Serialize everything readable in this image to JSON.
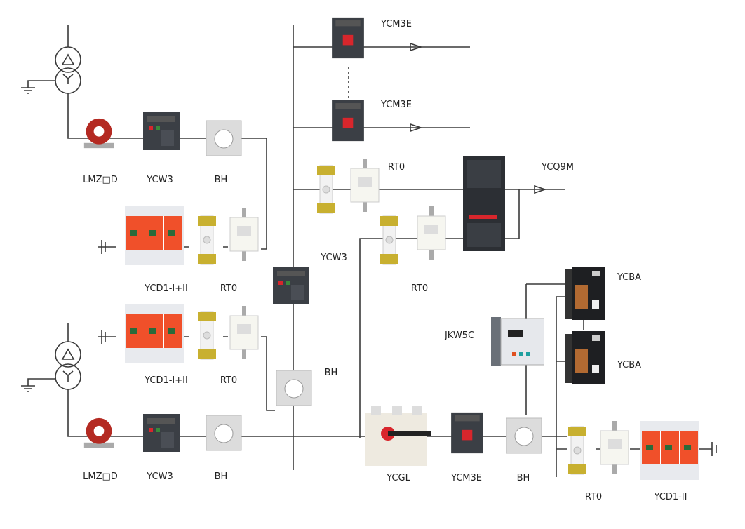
{
  "labels": {
    "ycm3e_top1": "YCM3E",
    "ycm3e_top2": "YCM3E",
    "rt0_feed1": "RT0",
    "ycq9m": "YCQ9M",
    "ycw3_mid": "YCW3",
    "rt0_feed2": "RT0",
    "lmz_top": "LMZ□D",
    "ycw3_top": "YCW3",
    "bh_top": "BH",
    "ycd_upper": "YCD1-I+II",
    "rt0_upper": "RT0",
    "ycd_lower": "YCD1-I+II",
    "rt0_lower": "RT0",
    "bh_mid": "BH",
    "lmz_bottom": "LMZ□D",
    "ycw3_bottom": "YCW3",
    "bh_bottom": "BH",
    "ycgl": "YCGL",
    "ycm3e_bottom": "YCM3E",
    "bh_right": "BH",
    "jkw5c": "JKW5C",
    "ycba1": "YCBA",
    "ycba2": "YCBA",
    "rt0_right": "RT0",
    "ycd1_ii": "YCD1-II"
  },
  "colors": {
    "wire": "#3a3a3a",
    "surge_protector": "#f0502a",
    "current_transformer": "#b42a22",
    "breaker_body": "#3b3f45",
    "handle_red": "#d8262c"
  }
}
